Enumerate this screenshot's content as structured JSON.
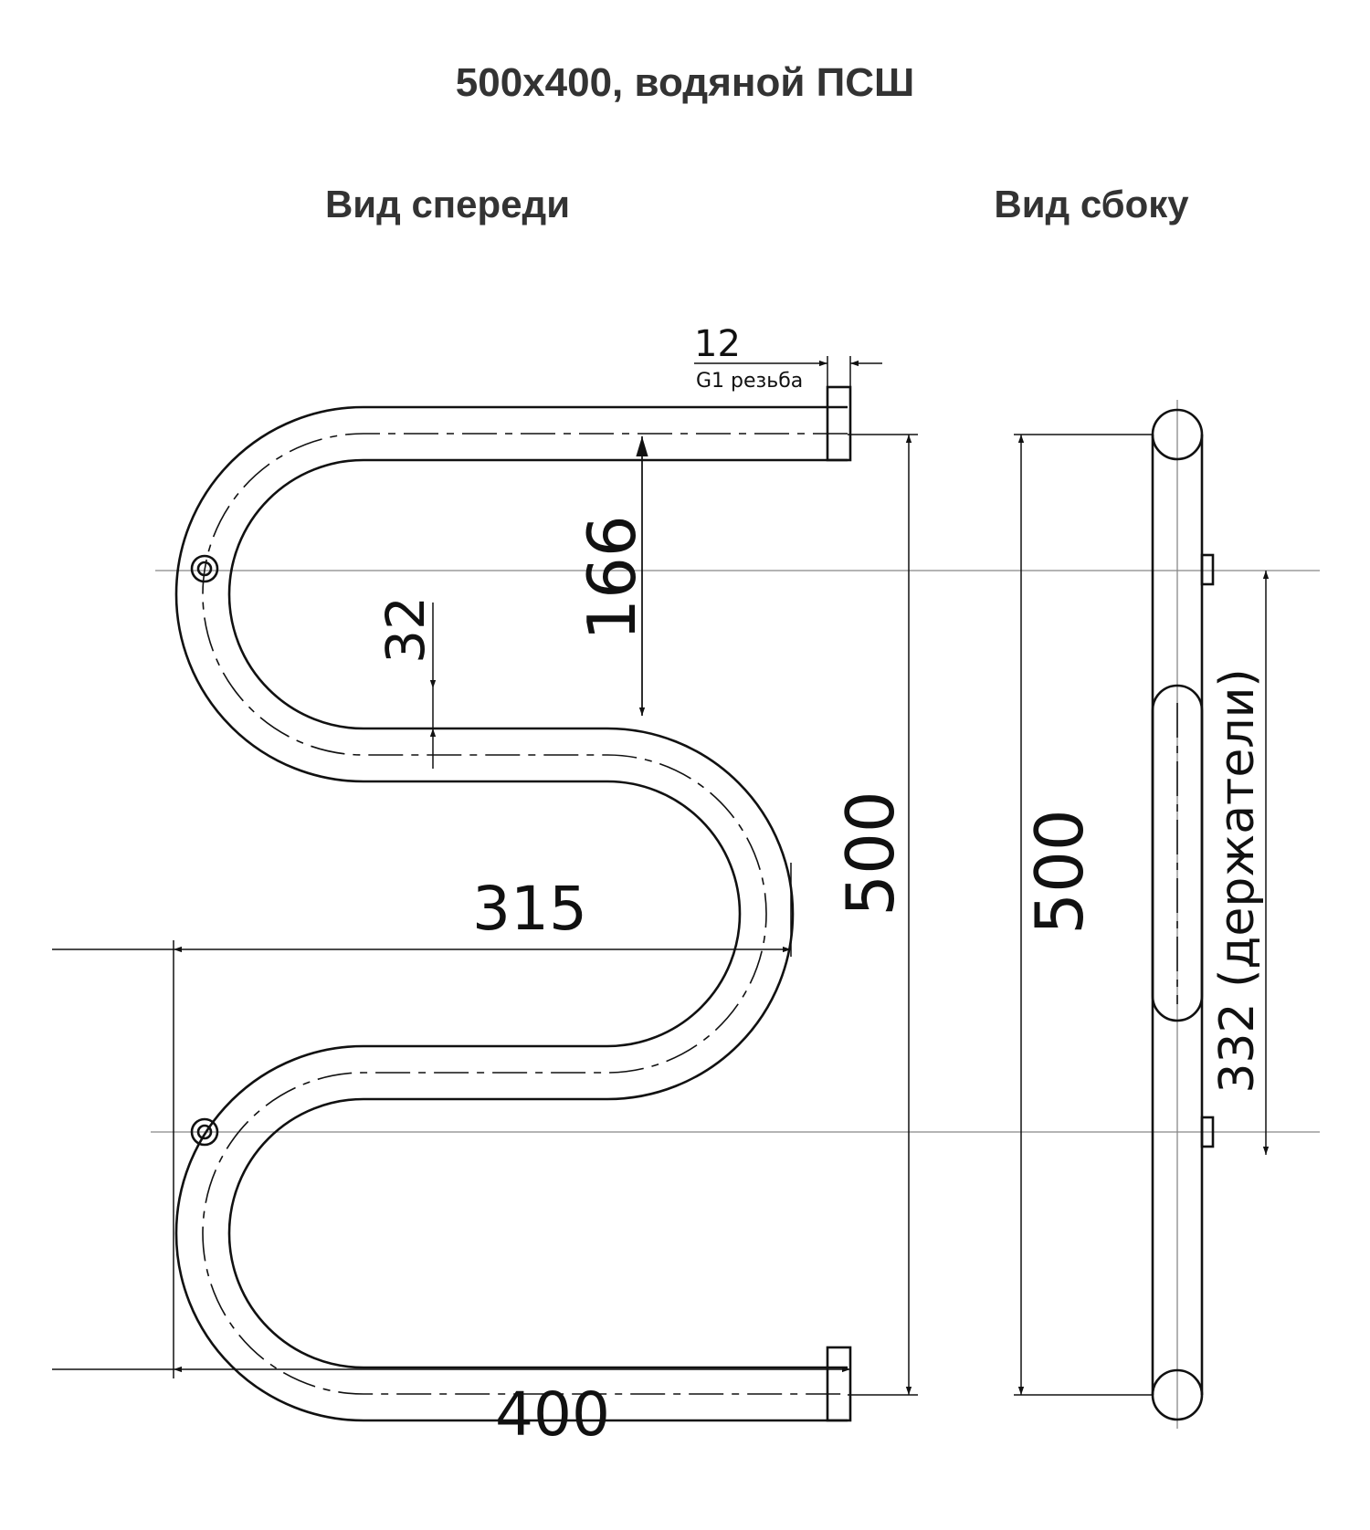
{
  "title": "500x400, водяной ПСШ",
  "views": {
    "front": "Вид спереди",
    "side": "Вид сбоку"
  },
  "dimensions": {
    "thread_size": "12",
    "thread_type": "G1 резьба",
    "bend_height": "166",
    "pipe_diameter": "32",
    "inner_width": "315",
    "height_front": "500",
    "height_side": "500",
    "holders": "332 (держатели)",
    "width": "400"
  }
}
